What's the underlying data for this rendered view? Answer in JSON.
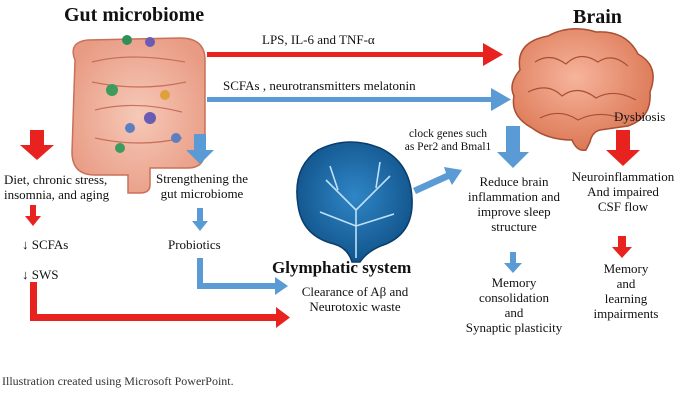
{
  "titles": {
    "gut": "Gut microbiome",
    "brain": "Brain",
    "glymphatic": "Glymphatic system"
  },
  "arrows": {
    "lps": "LPS, IL-6 and TNF-α",
    "scfas": "SCFAs , neurotransmitters melatonin",
    "clock": "clock genes such\nas Per2 and Bmal1",
    "dysbiosis": "Dysbiosis"
  },
  "nodes": {
    "diet": "Diet, chronic stress,\ninsomnia, and aging",
    "scfa_down": "↓ SCFAs",
    "sws_down": "↓ SWS",
    "strengthen": "Strengthening the\ngut microbiome",
    "probiotics": "Probiotics",
    "clearance": "Clearance of Aβ and\nNeurotoxic waste",
    "reduce": "Reduce brain\ninflammation and\nimprove sleep\nstructure",
    "memory_consol": "Memory\nconsolidation\nand\nSynaptic plasticity",
    "neuroinflam": "Neuroinflammation\nAnd impaired\nCSF flow",
    "memory_impair": "Memory and\nlearning\nimpairments"
  },
  "caption": "Illustration created using Microsoft PowerPoint.",
  "colors": {
    "red_arrow": "#e8231f",
    "blue_arrow": "#5b9bd5",
    "brain_pink": "#ef9a7e",
    "gut_pink": "#f2b8a4",
    "glymphatic_blue": "#1f6fb2"
  }
}
